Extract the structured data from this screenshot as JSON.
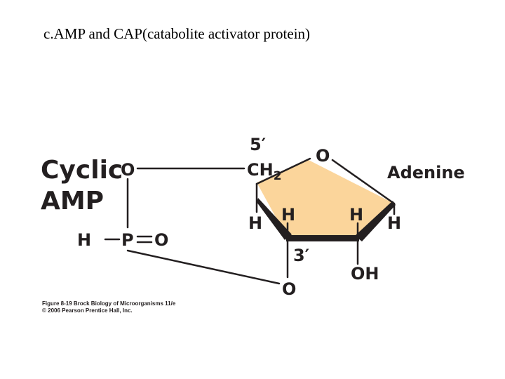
{
  "slide": {
    "title": "c.AMP and CAP(catabolite activator protein)"
  },
  "diagram": {
    "name_line1": "Cyclic",
    "name_line2": "AMP",
    "atoms": {
      "o_top": "O",
      "prime5": "5′",
      "ch2": "CH",
      "ch2_sub": "2",
      "ring_o": "O",
      "adenine": "Adenine",
      "h_c4_out": "H",
      "h_c4_in": "H",
      "h_c1_in": "H",
      "h_c1_out": "H",
      "h_phos": "H",
      "p": "P",
      "o_dbl": "O",
      "prime3": "3′",
      "oh": "OH",
      "o_bottom": "O"
    }
  },
  "caption": {
    "line1": "Figure 8-19 Brock Biology of Microorganisms 11/e",
    "line2": "© 2006 Pearson Prentice Hall, Inc."
  },
  "colors": {
    "ring_fill": "#fbd59b",
    "ink": "#231f20"
  }
}
